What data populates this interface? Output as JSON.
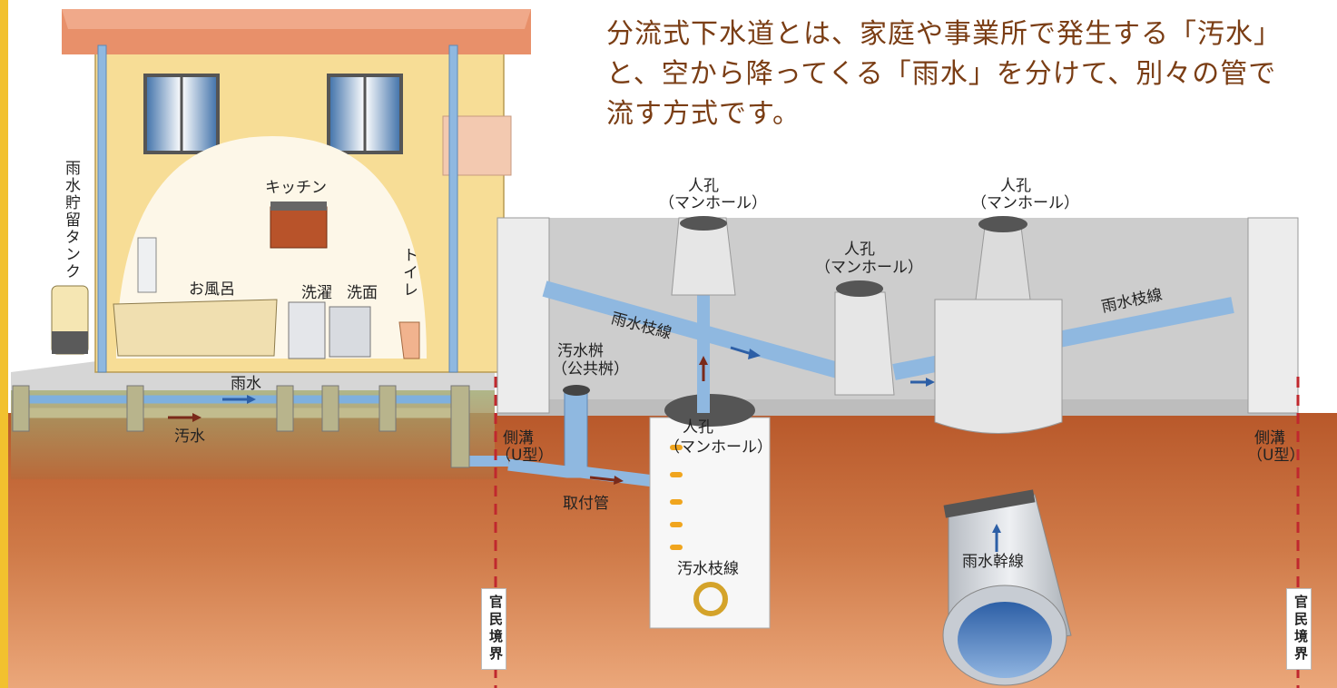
{
  "headline": "分流式下水道とは、家庭や事業所で発生する「汚水」と、空から降ってくる「雨水」を分けて、別々の管で流す方式です。",
  "labels": {
    "rain_tank": "雨水貯留タンク",
    "kitchen": "キッチン",
    "bath": "お風呂",
    "laundry": "洗濯",
    "washbasin": "洗面",
    "toilet": "トイレ",
    "rainwater": "雨水",
    "sewage": "汚水",
    "sewage_basin_1": "汚水桝",
    "sewage_basin_2": "（公共桝）",
    "connection_pipe": "取付管",
    "manhole_1_a": "人孔",
    "manhole_1_b": "（マンホール）",
    "manhole_2_a": "人孔",
    "manhole_2_b": "（マンホール）",
    "manhole_3_a": "人孔",
    "manhole_3_b": "（マンホール）",
    "manhole_4_a": "人孔",
    "manhole_4_b": "（マンホール）",
    "rain_branch_left": "雨水枝線",
    "rain_branch_right": "雨水枝線",
    "sewage_branch": "汚水枝線",
    "rain_trunk": "雨水幹線",
    "side_ditch_left_a": "側溝",
    "side_ditch_left_b": "（U型）",
    "side_ditch_right_a": "側溝",
    "side_ditch_right_b": "（U型）",
    "boundary_left": "官民境界",
    "boundary_right": "官民境界"
  },
  "colors": {
    "house_wall": "#f7dd96",
    "roof": "#e8906a",
    "soil_top": "#c0642e",
    "soil_bottom": "#e8a072",
    "road": "#c9c9c9",
    "rain_pipe": "#86b3dd",
    "sewage_pipe": "#c8c49a",
    "boundary_line": "#c0282e",
    "headline_text": "#7a3d14",
    "left_border": "#f2c12e"
  }
}
